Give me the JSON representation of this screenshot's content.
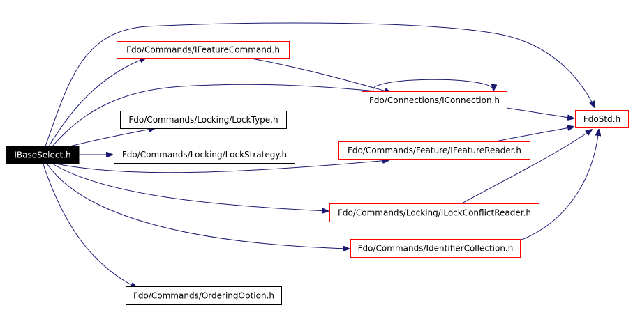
{
  "colors": {
    "edge": "#191970",
    "root_fill": "#000000",
    "root_text": "#ffffff",
    "external_border": "#000000",
    "internal_border": "#ff0000"
  },
  "nodes": {
    "root": "IBaseSelect.h",
    "ifeaturecommand": "Fdo/Commands/IFeatureCommand.h",
    "iconnection": "Fdo/Connections/IConnection.h",
    "fdostd": "FdoStd.h",
    "locktype": "Fdo/Commands/Locking/LockType.h",
    "lockstrategy": "Fdo/Commands/Locking/LockStrategy.h",
    "ifeaturereader": "Fdo/Commands/Feature/IFeatureReader.h",
    "ilockconflictreader": "Fdo/Commands/Locking/ILockConflictReader.h",
    "identifiercollection": "Fdo/Commands/IdentifierCollection.h",
    "orderingoption": "Fdo/Commands/OrderingOption.h"
  }
}
